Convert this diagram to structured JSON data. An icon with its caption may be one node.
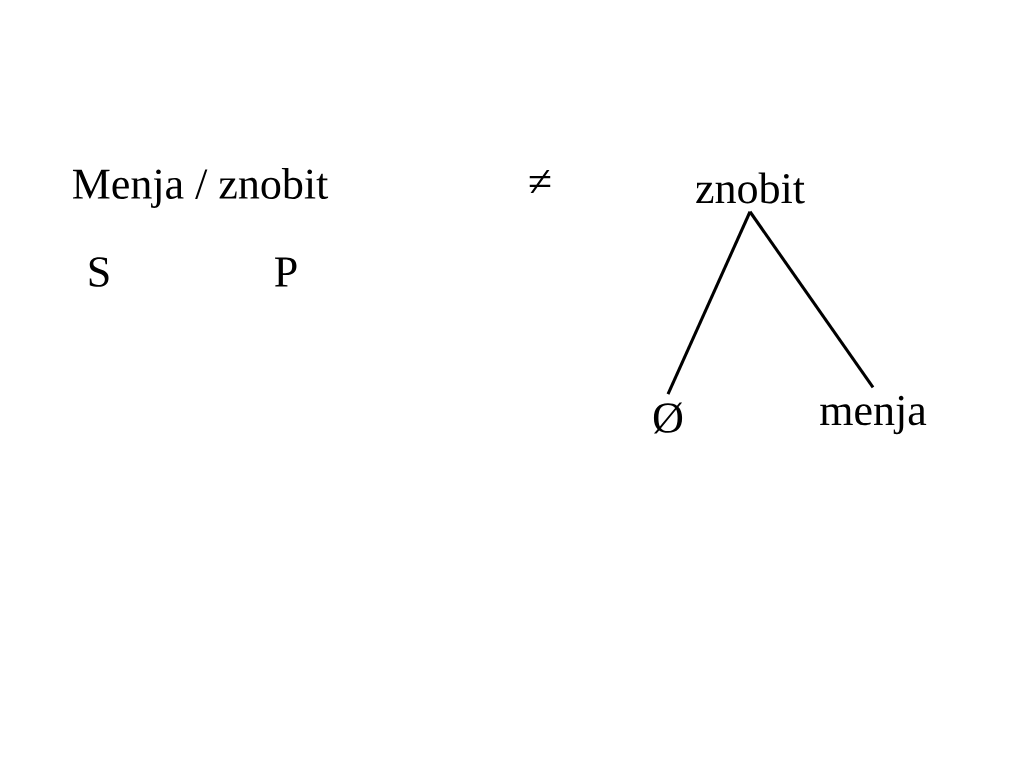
{
  "diagram": {
    "nodes": [
      {
        "text": [
          "znobit"
        ]
      },
      {
        "text": [
          "Ø"
        ]
      },
      {
        "text": [
          "menja"
        ]
      }
    ],
    "edges": [
      {
        "from": 0,
        "to": 1,
        "arrow": "none"
      },
      {
        "from": 0,
        "to": 2,
        "arrow": "none"
      }
    ],
    "labels": [
      "Menja / znobit",
      "S",
      "P",
      "≠"
    ]
  }
}
